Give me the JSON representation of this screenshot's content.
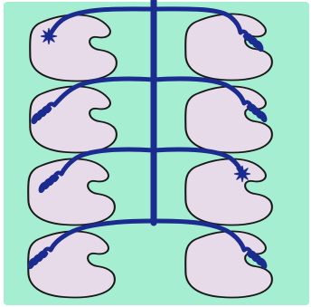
{
  "colors": {
    "page_background": "#ffffff",
    "panel_background": "#a6eed2",
    "lobe_fill": "#e8dbe9",
    "lobe_outline": "#1a1a1a",
    "nerve_color": "#1b2b8f"
  },
  "diagram": {
    "lobe_rows": 4,
    "lobes_per_row": 2,
    "nerve_ending_styles": {
      "row_1": {
        "left": "burst",
        "right": "coil"
      },
      "row_2": {
        "left": "coil",
        "right": "coil"
      },
      "row_3": {
        "left": "coil",
        "right": "burst"
      },
      "row_4": {
        "left": "coil",
        "right": "coil"
      }
    }
  }
}
